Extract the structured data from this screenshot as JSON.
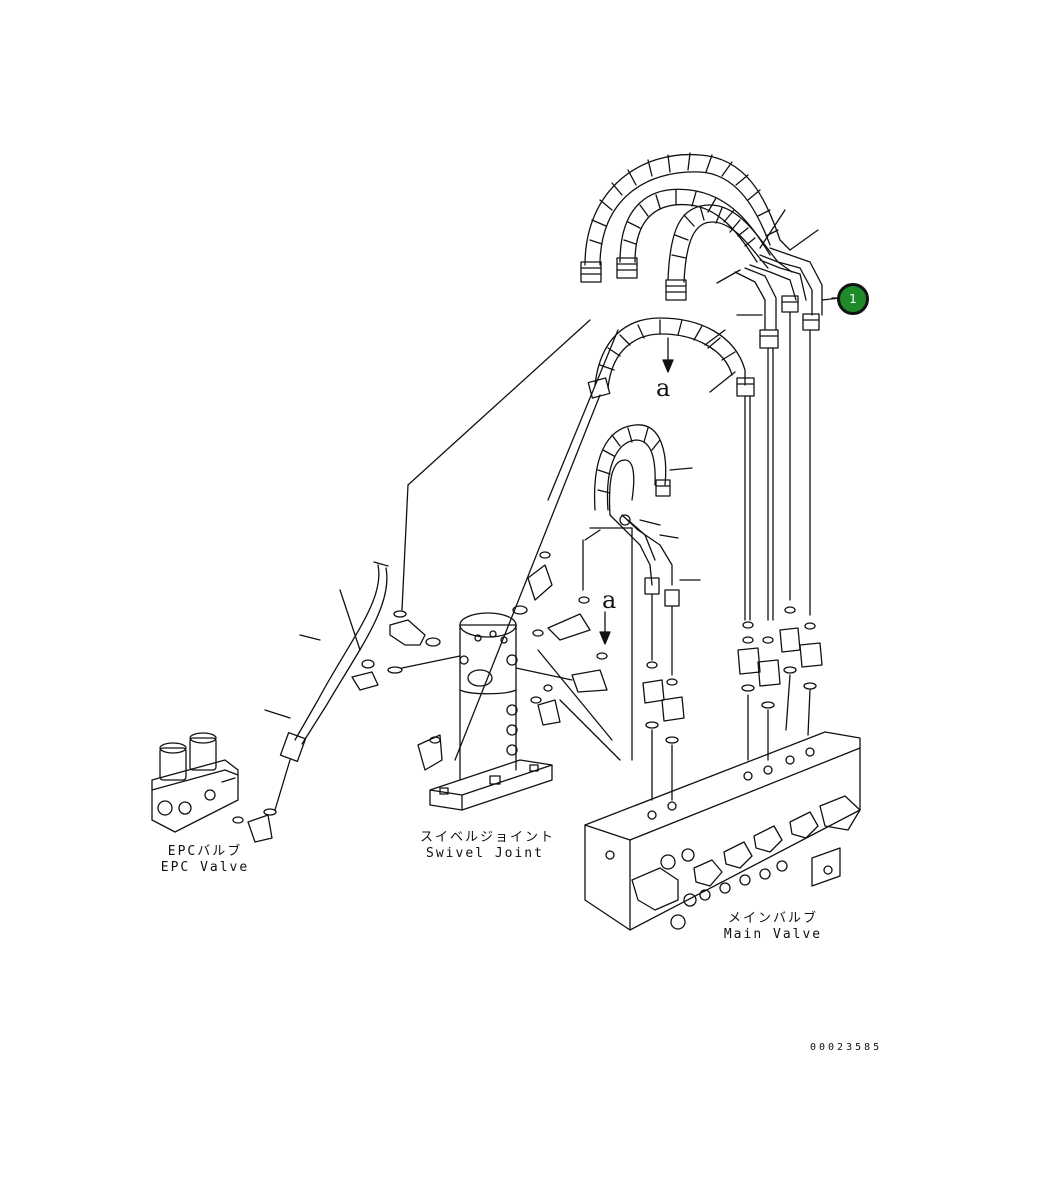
{
  "callout": {
    "number": "1",
    "color": "#1f8a2a"
  },
  "labels": {
    "epc_valve_jp": "EPCバルブ",
    "epc_valve_en": "EPC Valve",
    "swivel_joint_jp": "スイベルジョイント",
    "swivel_joint_en": "Swivel Joint",
    "main_valve_jp": "メインバルブ",
    "main_valve_en": "Main Valve"
  },
  "view_marker_1": "a",
  "view_marker_2": "a",
  "drawing_number": "00023585"
}
